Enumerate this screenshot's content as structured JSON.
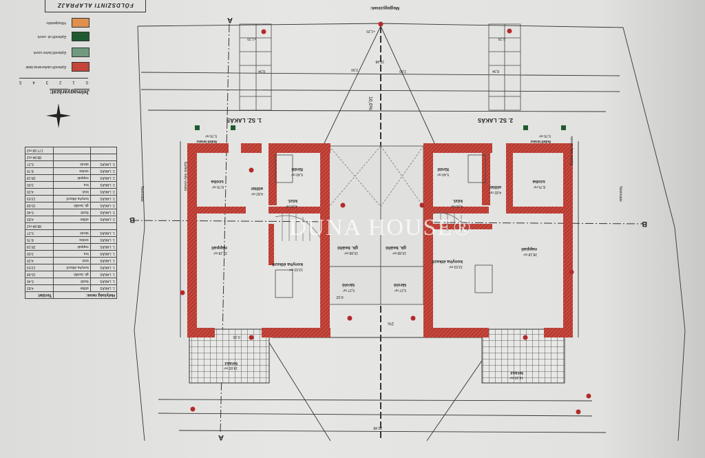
{
  "title": "FÖLDSZINTI ALAPRAJZ",
  "notes_label": "Megjegyzések:",
  "legend": {
    "title": "Jelmagyarázat:",
    "items": [
      {
        "label": "Hőszigetelés",
        "color": "#e0904e"
      },
      {
        "label": "Épitendő vb. szerk.",
        "color": "#1f5a2e"
      },
      {
        "label": "Épitendő beton szerk.",
        "color": "#6f9a7e"
      },
      {
        "label": "Épitendő vázkerámia falak",
        "color": "#c4463a"
      }
    ],
    "scale_ticks": [
      "0",
      "1",
      "2",
      "3",
      "4",
      "5"
    ]
  },
  "room_table": {
    "headers": [
      "Helyiség neve:",
      "Terület"
    ],
    "rows": [
      [
        "1. LAKÁS",
        "előtér",
        "4.82"
      ],
      [
        "1. LAKÁS",
        "fürdő",
        "5.40"
      ],
      [
        "1. LAKÁS",
        "gk. beálló",
        "15.68"
      ],
      [
        "1. LAKÁS",
        "konyha étkező",
        "13.53"
      ],
      [
        "1. LAKÁS",
        "közl.",
        "4.20"
      ],
      [
        "1. LAKÁS",
        "kra",
        "3.00"
      ],
      [
        "1. LAKÁS",
        "nappali",
        "28.18"
      ],
      [
        "1. LAKÁS",
        "szoba",
        "8.76"
      ],
      [
        "1. LAKÁS",
        "tároló",
        "5.27"
      ],
      [
        "",
        "",
        "88.84 m2"
      ],
      [
        "2. LAKÁS",
        "előtér",
        "4.82"
      ],
      [
        "2. LAKÁS",
        "fürdő",
        "5.40"
      ],
      [
        "2. LAKÁS",
        "gk. beálló",
        "15.68"
      ],
      [
        "2. LAKÁS",
        "konyha étkező",
        "13.53"
      ],
      [
        "2. LAKÁS",
        "közl.",
        "4.20"
      ],
      [
        "2. LAKÁS",
        "kra",
        "3.00"
      ],
      [
        "2. LAKÁS",
        "nappali",
        "28.18"
      ],
      [
        "2. LAKÁS",
        "szoba",
        "8.76"
      ],
      [
        "2. LAKÁS",
        "tároló",
        "5.27"
      ],
      [
        "",
        "",
        "88.84 m2"
      ],
      [
        "",
        "",
        "177.68 m2"
      ]
    ]
  },
  "units": [
    {
      "name": "1. SZ. LAKÁS",
      "rooms": [
        {
          "name": "szoba",
          "area": "8,76 m²"
        },
        {
          "name": "fürdő",
          "area": "5,40 m²"
        },
        {
          "name": "közl.",
          "area": "4,20 m²"
        },
        {
          "name": "előtér",
          "area": "4,82 m²"
        },
        {
          "name": "nappali",
          "area": "28,18 m²"
        },
        {
          "name": "konyha étkező",
          "area": "13,53 m²"
        },
        {
          "name": "gk. beálló",
          "area": "15,68 m²"
        },
        {
          "name": "tároló",
          "area": "5,27 m²"
        },
        {
          "name": "terasz",
          "area": "14,60 m²"
        },
        {
          "name": "fedett terasz",
          "area": "5,76 m²"
        }
      ]
    },
    {
      "name": "2. SZ. LAKÁS",
      "rooms": [
        {
          "name": "szoba",
          "area": "8,76 m²"
        },
        {
          "name": "fürdő",
          "area": "5,40 m²"
        },
        {
          "name": "közl.",
          "area": "4,20 m²"
        },
        {
          "name": "előtér",
          "area": "4,82 m²"
        },
        {
          "name": "nappali",
          "area": "28,18 m²"
        },
        {
          "name": "konyha étkező",
          "area": "13,53 m²"
        },
        {
          "name": "gk. beálló",
          "area": "15,68 m²"
        },
        {
          "name": "tároló",
          "area": "5,27 m²"
        },
        {
          "name": "terasz",
          "area": "14,60 m²"
        },
        {
          "name": "fedett terasz",
          "area": "5,76 m²"
        }
      ]
    }
  ],
  "labels": {
    "section_a": "A",
    "section_b": "B",
    "slope": "16,6%",
    "slope_small": "2%",
    "boundary": "Telekhatár",
    "building_line": "Építési hely vonala",
    "elev_top": "+1,20",
    "elev_gate": "-1,20",
    "dim_top": "22,48",
    "dim_bottom": "22,48",
    "dim_a": "8,34",
    "dim_b": "8,34",
    "dim_c": "2,90",
    "dim_d": "2,80",
    "elev_floor": "-0,02",
    "elev_terrace": "-0,30"
  },
  "watermark": "DUNA HOUSE®"
}
